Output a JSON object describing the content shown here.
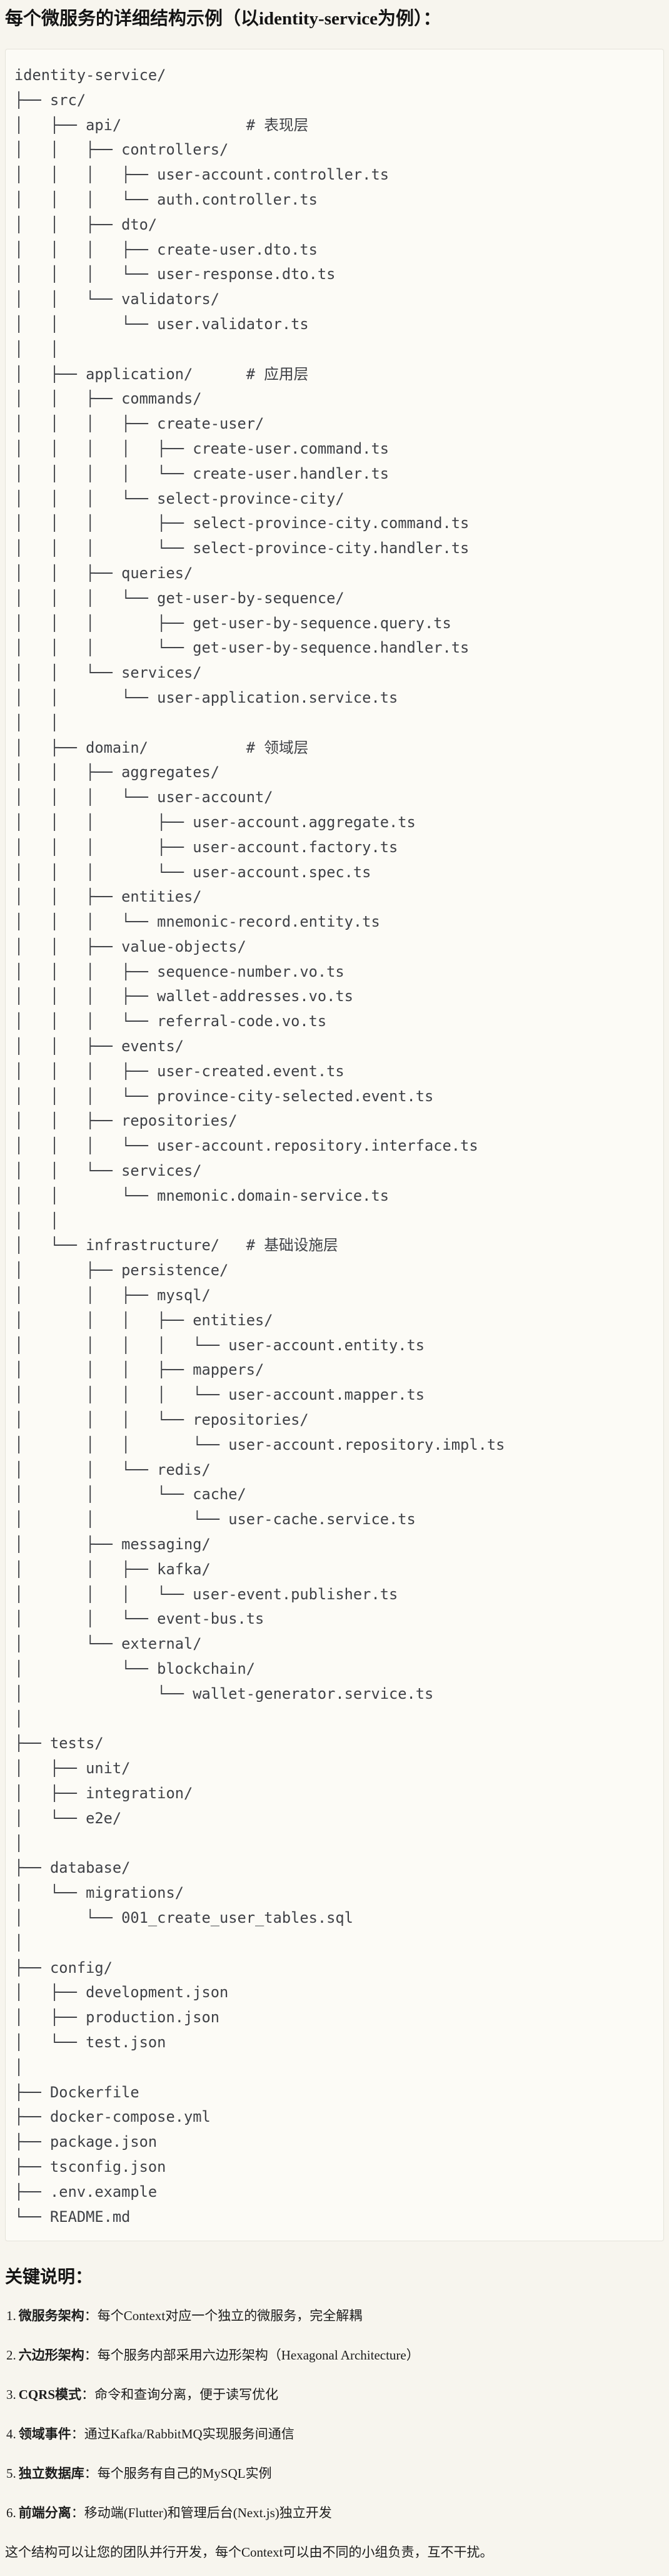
{
  "colors": {
    "page_bg": "#f7f5ee",
    "code_bg": "#fcfbf6",
    "code_border": "#e5e3da",
    "code_text": "#3f4146",
    "text_color": "#1c1c1c"
  },
  "page": {
    "title": "每个微服务的详细结构示例（以identity-service为例）："
  },
  "tree": {
    "lines": [
      "identity-service/",
      "├── src/",
      "│   ├── api/              # 表现层",
      "│   │   ├── controllers/",
      "│   │   │   ├── user-account.controller.ts",
      "│   │   │   └── auth.controller.ts",
      "│   │   ├── dto/",
      "│   │   │   ├── create-user.dto.ts",
      "│   │   │   └── user-response.dto.ts",
      "│   │   └── validators/",
      "│   │       └── user.validator.ts",
      "│   │",
      "│   ├── application/      # 应用层",
      "│   │   ├── commands/",
      "│   │   │   ├── create-user/",
      "│   │   │   │   ├── create-user.command.ts",
      "│   │   │   │   └── create-user.handler.ts",
      "│   │   │   └── select-province-city/",
      "│   │   │       ├── select-province-city.command.ts",
      "│   │   │       └── select-province-city.handler.ts",
      "│   │   ├── queries/",
      "│   │   │   └── get-user-by-sequence/",
      "│   │   │       ├── get-user-by-sequence.query.ts",
      "│   │   │       └── get-user-by-sequence.handler.ts",
      "│   │   └── services/",
      "│   │       └── user-application.service.ts",
      "│   │",
      "│   ├── domain/           # 领域层",
      "│   │   ├── aggregates/",
      "│   │   │   └── user-account/",
      "│   │   │       ├── user-account.aggregate.ts",
      "│   │   │       ├── user-account.factory.ts",
      "│   │   │       └── user-account.spec.ts",
      "│   │   ├── entities/",
      "│   │   │   └── mnemonic-record.entity.ts",
      "│   │   ├── value-objects/",
      "│   │   │   ├── sequence-number.vo.ts",
      "│   │   │   ├── wallet-addresses.vo.ts",
      "│   │   │   └── referral-code.vo.ts",
      "│   │   ├── events/",
      "│   │   │   ├── user-created.event.ts",
      "│   │   │   └── province-city-selected.event.ts",
      "│   │   ├── repositories/",
      "│   │   │   └── user-account.repository.interface.ts",
      "│   │   └── services/",
      "│   │       └── mnemonic.domain-service.ts",
      "│   │",
      "│   └── infrastructure/   # 基础设施层",
      "│       ├── persistence/",
      "│       │   ├── mysql/",
      "│       │   │   ├── entities/",
      "│       │   │   │   └── user-account.entity.ts",
      "│       │   │   ├── mappers/",
      "│       │   │   │   └── user-account.mapper.ts",
      "│       │   │   └── repositories/",
      "│       │   │       └── user-account.repository.impl.ts",
      "│       │   └── redis/",
      "│       │       └── cache/",
      "│       │           └── user-cache.service.ts",
      "│       ├── messaging/",
      "│       │   ├── kafka/",
      "│       │   │   └── user-event.publisher.ts",
      "│       │   └── event-bus.ts",
      "│       └── external/",
      "│           └── blockchain/",
      "│               └── wallet-generator.service.ts",
      "│",
      "├── tests/",
      "│   ├── unit/",
      "│   ├── integration/",
      "│   └── e2e/",
      "│",
      "├── database/",
      "│   └── migrations/",
      "│       └── 001_create_user_tables.sql",
      "│",
      "├── config/",
      "│   ├── development.json",
      "│   ├── production.json",
      "│   └── test.json",
      "│",
      "├── Dockerfile",
      "├── docker-compose.yml",
      "├── package.json",
      "├── tsconfig.json",
      "├── .env.example",
      "└── README.md"
    ]
  },
  "notes": {
    "heading": "关键说明：",
    "items": [
      {
        "num": "1.",
        "term": "微服务架构",
        "rest": "：每个Context对应一个独立的微服务，完全解耦"
      },
      {
        "num": "2.",
        "term": "六边形架构",
        "rest": "：每个服务内部采用六边形架构（Hexagonal Architecture）"
      },
      {
        "num": "3.",
        "term": "CQRS模式",
        "rest": "：命令和查询分离，便于读写优化"
      },
      {
        "num": "4.",
        "term": "领域事件",
        "rest": "：通过Kafka/RabbitMQ实现服务间通信"
      },
      {
        "num": "5.",
        "term": "独立数据库",
        "rest": "：每个服务有自己的MySQL实例"
      },
      {
        "num": "6.",
        "term": "前端分离",
        "rest": "：移动端(Flutter)和管理后台(Next.js)独立开发"
      }
    ],
    "closing": "这个结构可以让您的团队并行开发，每个Context可以由不同的小组负责，互不干扰。"
  }
}
